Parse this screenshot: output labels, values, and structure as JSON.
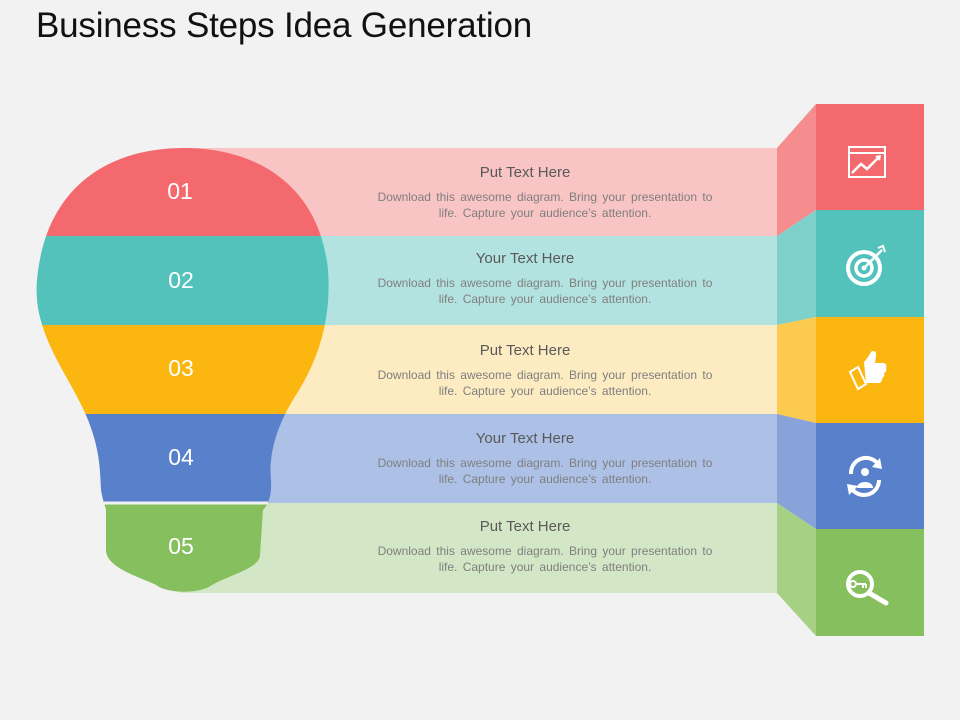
{
  "title": "Business Steps Idea Generation",
  "steps": [
    {
      "number": "01",
      "heading": "Put Text Here",
      "body_line1": "Download  this awesome diagram.  Bring your presentation to",
      "body_line2": "life.  Capture  your audience’s  attention.",
      "icon": "chart-window-icon",
      "color": "#f4696d",
      "band_color": "#f9c4c4",
      "side_color": "#f58c8d"
    },
    {
      "number": "02",
      "heading": "Your Text Here",
      "body_line1": "Download  this awesome diagram.  Bring your presentation to",
      "body_line2": "life.  Capture  your audience’s  attention.",
      "icon": "target-icon",
      "color": "#52c2bb",
      "band_color": "#b3e3e0",
      "side_color": "#7ed0cb"
    },
    {
      "number": "03",
      "heading": "Put Text Here",
      "body_line1": "Download  this awesome diagram.  Bring your presentation to",
      "body_line2": "life.  Capture  your audience’s  attention.",
      "icon": "thumbs-up-icon",
      "color": "#fbb710",
      "band_color": "#fdebc2",
      "side_color": "#fcca4e"
    },
    {
      "number": "04",
      "heading": "Your Text Here",
      "body_line1": "Download  this awesome diagram.  Bring your presentation to",
      "body_line2": "life.  Capture  your audience’s  attention.",
      "icon": "person-cycle-icon",
      "color": "#5981cb",
      "band_color": "#adc0e6",
      "side_color": "#88a3da"
    },
    {
      "number": "05",
      "heading": "Put Text Here",
      "body_line1": "Download  this awesome diagram.  Bring your presentation to",
      "body_line2": "life.  Capture  your audience’s  attention.",
      "icon": "key-search-icon",
      "color": "#86c05e",
      "band_color": "#d3e7c6",
      "side_color": "#a6d083"
    }
  ]
}
